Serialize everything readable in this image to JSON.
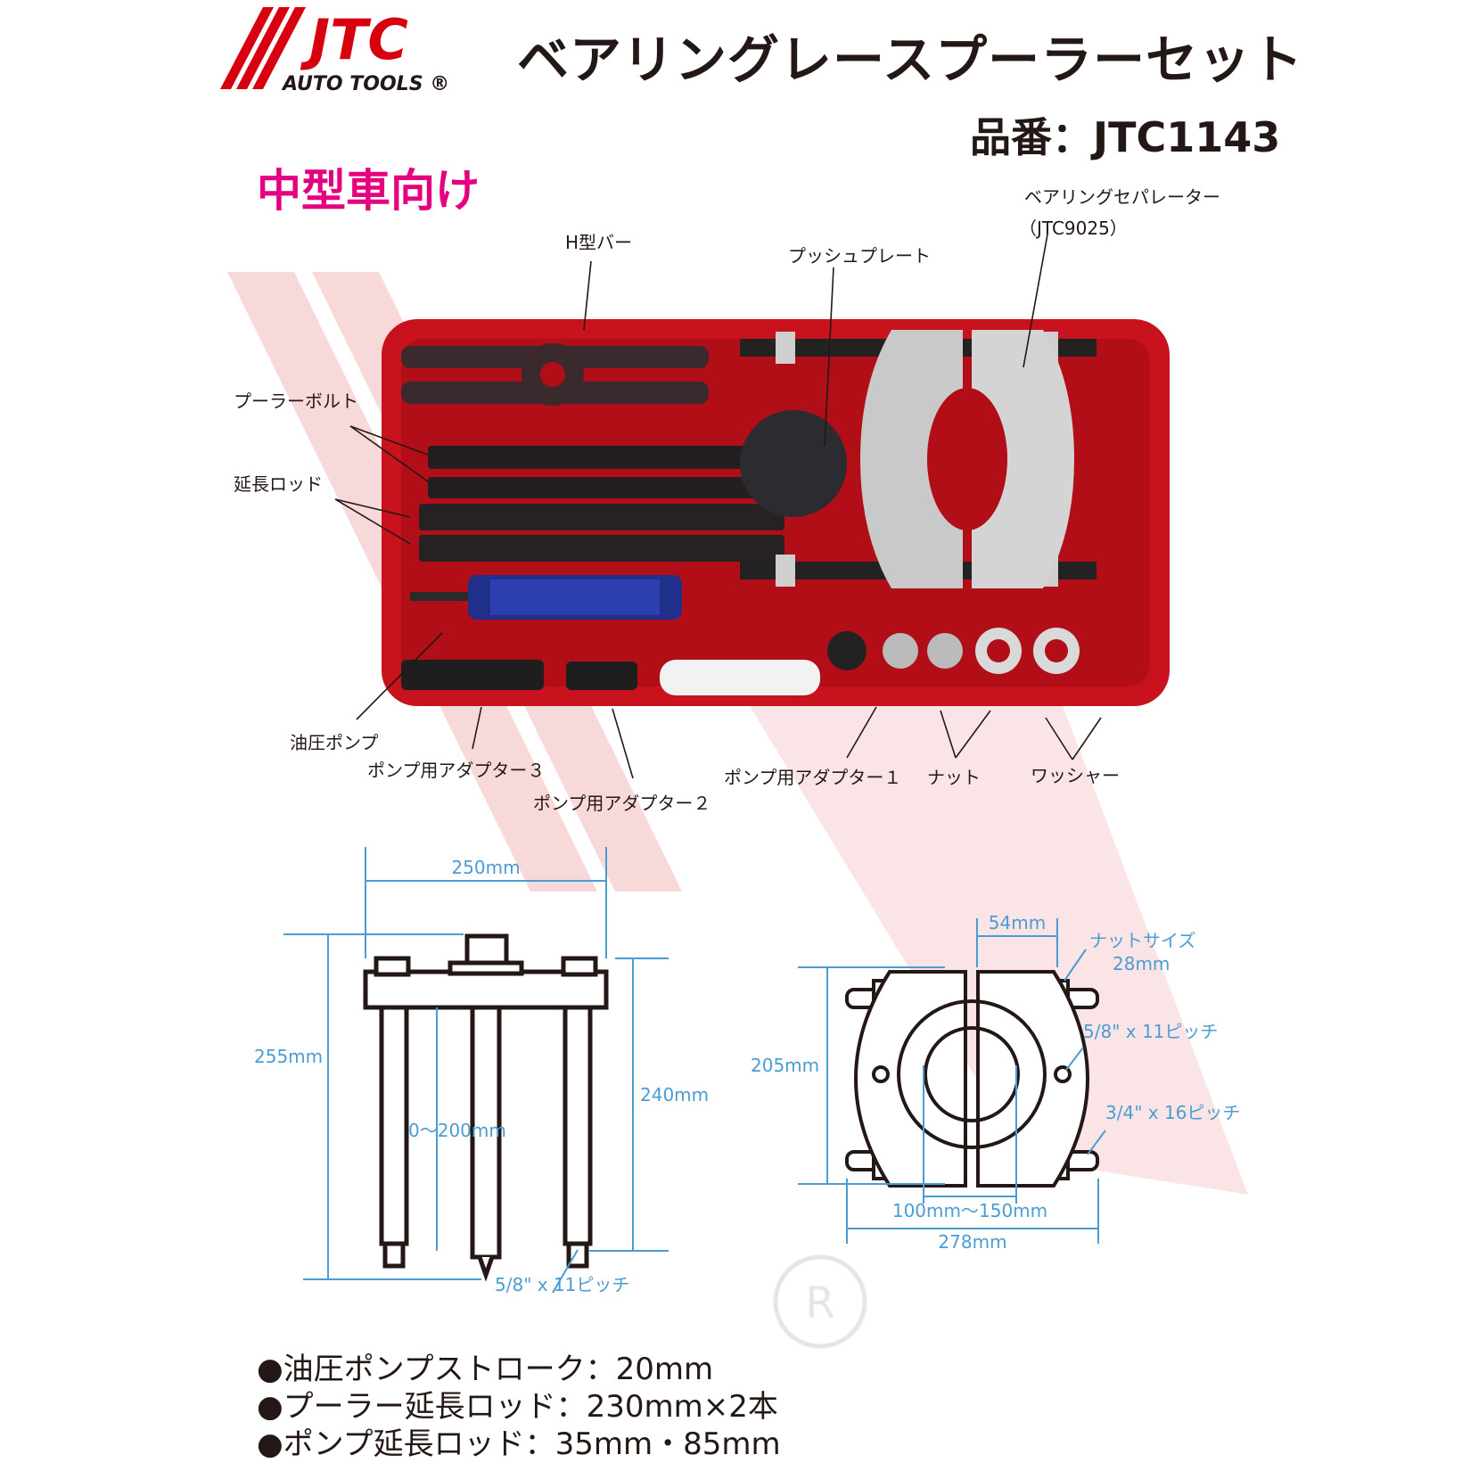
{
  "brand": {
    "logo_text": "JTC",
    "logo_sub": "AUTO TOOLS ®",
    "accent": "#d7000f"
  },
  "header": {
    "title": "ベアリングレースプーラーセット",
    "part_no": "品番：JTC1143",
    "subtitle": "中型車向け",
    "subtitle_color": "#e4007f"
  },
  "parts": {
    "h_bar": "H型バー",
    "push_plate": "プッシュプレート",
    "separator": "ベアリングセパレーター",
    "separator_code": "（JTC9025）",
    "puller_bolt": "プーラーボルト",
    "extension_rod": "延長ロッド",
    "hydraulic_pump": "油圧ポンプ",
    "adapter3": "ポンプ用アダプター３",
    "adapter2": "ポンプ用アダプター２",
    "adapter1": "ポンプ用アダプター１",
    "nut": "ナット",
    "washer": "ワッシャー"
  },
  "dimensions": {
    "puller": {
      "width": "250mm",
      "height_total": "255mm",
      "height_bar": "240mm",
      "stroke": "0～200mm",
      "thread": "5/8\" x 11ピッチ"
    },
    "separator": {
      "top_width": "54mm",
      "nut_size_label": "ナットサイズ",
      "nut_size": "28mm",
      "thread1": "5/8\" x 11ピッチ",
      "thread2": "3/4\" x 16ピッチ",
      "height": "205mm",
      "range": "100mm～150mm",
      "width": "278mm"
    },
    "line_color": "#4b9cd3"
  },
  "specs": [
    "●油圧ポンプストローク：20mm",
    "●プーラー延長ロッド：230mm×2本",
    "●ポンプ延長ロッド：35mm・85mm"
  ]
}
